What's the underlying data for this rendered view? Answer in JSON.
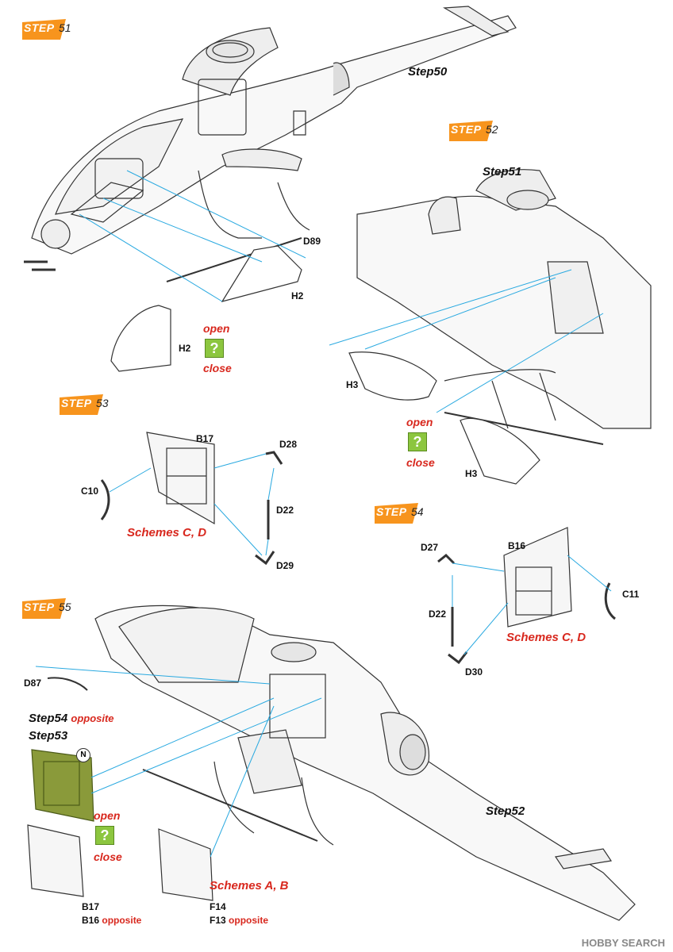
{
  "steps": {
    "s51": {
      "word": "STEP",
      "num": "51"
    },
    "s52": {
      "word": "STEP",
      "num": "52"
    },
    "s53": {
      "word": "STEP",
      "num": "53"
    },
    "s54": {
      "word": "STEP",
      "num": "54"
    },
    "s55": {
      "word": "STEP",
      "num": "55"
    }
  },
  "refs": {
    "step50": "Step50",
    "step51": "Step51",
    "step52": "Step52",
    "step53": "Step53",
    "step54_opp": "Step54",
    "opposite": "opposite"
  },
  "parts": {
    "d89": "D89",
    "h2a": "H2",
    "h2b": "H2",
    "h3a": "H3",
    "h3b": "H3",
    "b17": "B17",
    "d28": "D28",
    "c10": "C10",
    "d22a": "D22",
    "d29": "D29",
    "d27": "D27",
    "b16": "B16",
    "c11": "C11",
    "d22b": "D22",
    "d30": "D30",
    "d87": "D87",
    "b17b": "B17",
    "b16b": "B16",
    "f14": "F14",
    "f13": "F13",
    "opp1": "opposite",
    "opp2": "opposite"
  },
  "schemes": {
    "cd1": "Schemes C, D",
    "cd2": "Schemes C, D",
    "ab": "Schemes A, B"
  },
  "toggle": {
    "open": "open",
    "close": "close",
    "q": "?"
  },
  "badge": "N",
  "watermark": "HOBBY SEARCH",
  "colors": {
    "flag": "#f7941d",
    "leader": "#29a9e0",
    "scheme": "#d8281e",
    "green_part": "#8a9a3a",
    "q": "#8cc63f"
  }
}
